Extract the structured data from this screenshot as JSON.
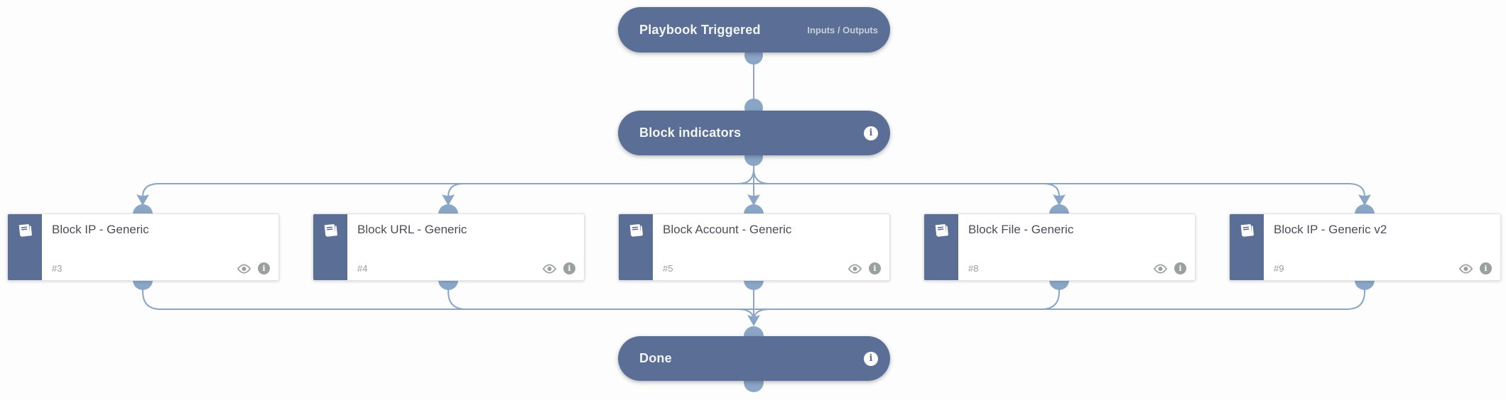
{
  "colors": {
    "node_bg": "#5b6e95",
    "connector": "#8aa5c6",
    "card_border": "#e3e3e3",
    "card_title_text": "#4a4e56",
    "muted_text": "#9b9b9b",
    "icon_gray": "#99a19f",
    "pill_text": "#f3f5f1",
    "background": "#fdfdfd"
  },
  "icons": {
    "info_glyph": "i"
  },
  "nodes": {
    "start": {
      "title": "Playbook Triggered",
      "action": "Inputs / Outputs"
    },
    "block": {
      "title": "Block indicators"
    },
    "done": {
      "title": "Done"
    }
  },
  "tasks": [
    {
      "id": "#3",
      "title": "Block IP - Generic"
    },
    {
      "id": "#4",
      "title": "Block URL - Generic"
    },
    {
      "id": "#5",
      "title": "Block Account - Generic"
    },
    {
      "id": "#8",
      "title": "Block File - Generic"
    },
    {
      "id": "#9",
      "title": "Block IP - Generic v2"
    }
  ]
}
